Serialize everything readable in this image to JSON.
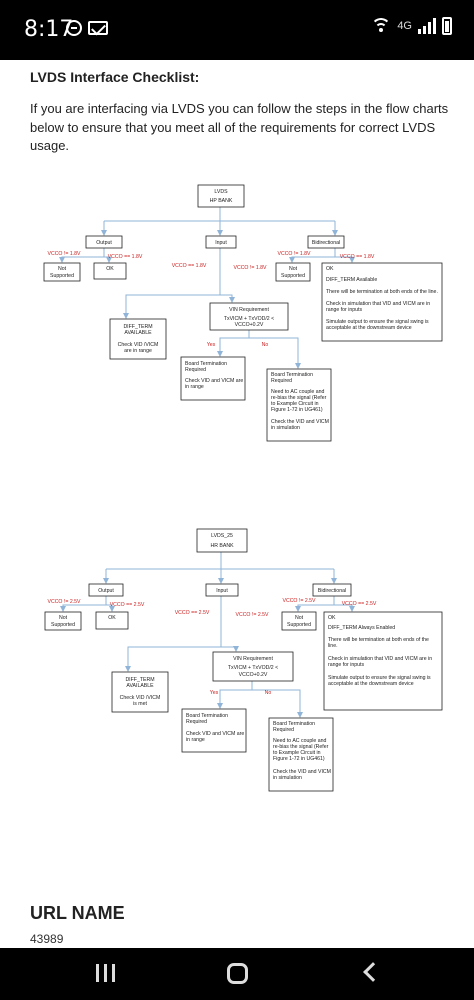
{
  "status": {
    "time": "8:17",
    "network": "4G"
  },
  "article": {
    "heading": "LVDS Interface Checklist:",
    "intro": "If you are interfacing via LVDS you can follow the steps in the flow charts below to ensure that you meet all of the requirements for correct LVDS usage."
  },
  "chart1": {
    "root_line1": "LVDS",
    "root_line2": "HP BANK",
    "output": "Output",
    "input": "Input",
    "bidirectional": "Bidirectional",
    "out_cond_left": "VCCO != 1.8V",
    "out_cond_right": "VCCO == 1.8V",
    "not_supported_1": "Not",
    "not_supported_2": "Supported",
    "ok": "OK",
    "in_cond_left": "VCCO == 1.8V",
    "in_cond_right": "VCCO != 1.8V",
    "bi_cond_left": "VCCO != 1.8V",
    "bi_cond_right": "VCCO == 1.8V",
    "bi_ok_lines": [
      "OK",
      "DIFF_TERM Available",
      "There will be termination at both ends of the line.",
      "Check in simulation that VID and VICM are in",
      "range for inputs",
      "Simulate output to ensure the signal swing is",
      "acceptable at the downstream device"
    ],
    "diffterm_lines": [
      "DIFF_TERM",
      "AVAILABLE",
      "Check VID /VICM",
      "are in range"
    ],
    "vin_lines": [
      "VIN Requirement",
      "TxVICM + TxVOD/2 <",
      "VCCO+0.2V"
    ],
    "yes": "Yes",
    "no": "No",
    "board_yes_lines": [
      "Board Termination",
      "Required",
      "Check VID and VICM are",
      "in range"
    ],
    "board_no_lines": [
      "Board Termination",
      "Required",
      "Need to AC couple and",
      "re-bias the signal (Refer",
      "to Example Circuit in",
      "Figure 1-72 in UG461)",
      "Check the VID and VICM",
      "in simulation"
    ]
  },
  "chart2": {
    "root_line1": "LVDS_25",
    "root_line2": "HR BANK",
    "output": "Output",
    "input": "Input",
    "bidirectional": "Bidirectional",
    "out_cond_left": "VCCO != 2.5V",
    "out_cond_right": "VCCO == 2.5V",
    "not_supported_1": "Not",
    "not_supported_2": "Supported",
    "ok": "OK",
    "in_cond_left": "VCCO == 2.5V",
    "in_cond_right": "VCCO != 2.5V",
    "bi_cond_left": "VCCO != 2.5V",
    "bi_cond_right": "VCCO == 2.5V",
    "bi_ok_lines": [
      "OK",
      "DIFF_TERM Always Enabled",
      "There will be termination at both ends of the",
      "line.",
      "Check in simulation that VID and VICM are in",
      "range for inputs",
      "Simulate output to ensure the signal swing is",
      "acceptable at the downstream device"
    ],
    "diffterm_lines": [
      "DIFF_TERM",
      "AVAILABLE",
      "Check VID /VICM",
      "is met"
    ],
    "vin_lines": [
      "VIN Requirement",
      "TxVICM + TxVOD/2 <",
      "VCCO+0.2V"
    ],
    "yes": "Yes",
    "no": "No",
    "board_yes_lines": [
      "Board Termination",
      "Required",
      "Check VID and VICM are",
      "in range"
    ],
    "board_no_lines": [
      "Board Termination",
      "Required",
      "Need to AC couple and",
      "re-bias the signal (Refer",
      "to Example Circuit in",
      "Figure 1-72 in UG461)",
      "Check the VID and VICM",
      "in simulation"
    ]
  },
  "footer": {
    "url_label": "URL NAME",
    "url_value": "43989"
  },
  "colors": {
    "arrow": "#8fb4d8",
    "condition": "#cc2222",
    "box_border": "#222222"
  }
}
